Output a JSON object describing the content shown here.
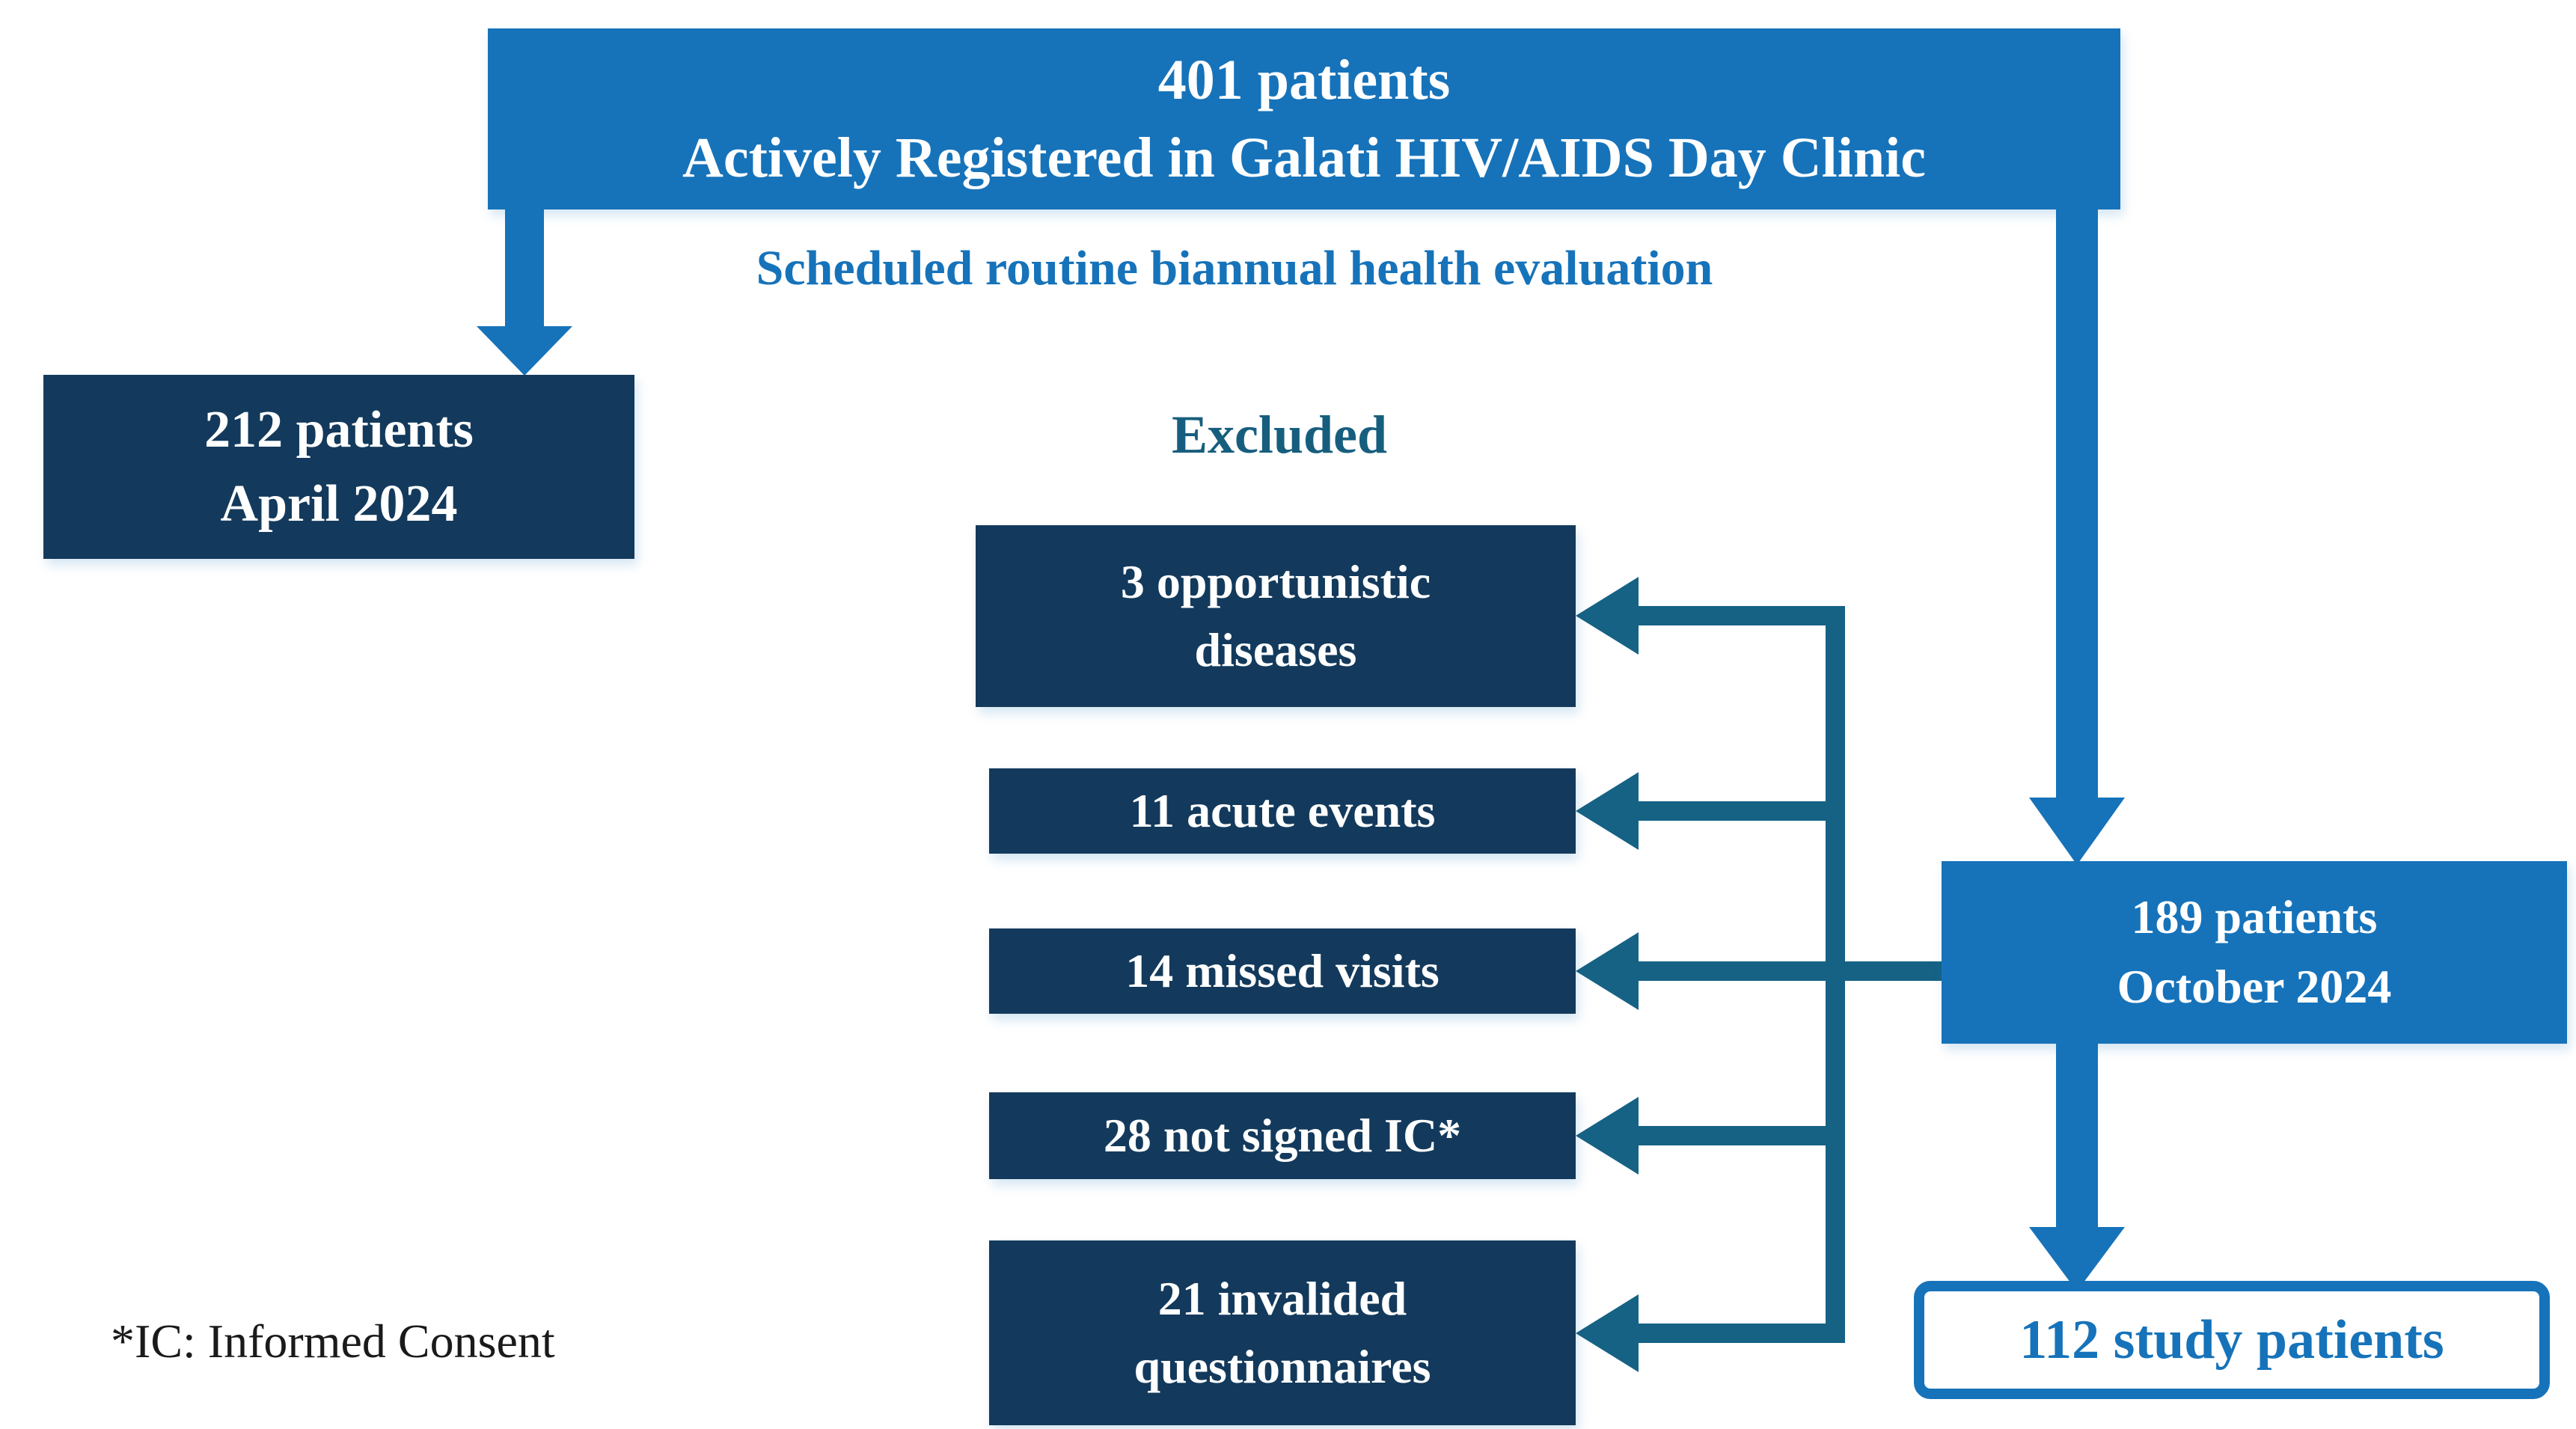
{
  "colors": {
    "accent_blue": "#1673BA",
    "dark_navy": "#133A5C",
    "teal_arrow": "#156285",
    "teal_heading": "#175E7E",
    "box_text_white": "#FFFFFF",
    "footnote_black": "#1A1A1A"
  },
  "top_box": {
    "line1": "401 patients",
    "line2": "Actively Registered in Galati HIV/AIDS Day Clinic"
  },
  "schedule_note": {
    "line1": "Scheduled routine biannual",
    "line2": "health evaluation"
  },
  "april_box": {
    "line1": "212 patients",
    "line2": "April 2024"
  },
  "excluded": {
    "heading": "Excluded",
    "boxes": [
      {
        "line1": "3 opportunistic",
        "line2": "diseases"
      },
      {
        "line1": "11 acute events"
      },
      {
        "line1": "14 missed visits"
      },
      {
        "line1": "28 not signed IC*"
      },
      {
        "line1": "21 invalided",
        "line2": "questionnaires"
      }
    ]
  },
  "october_box": {
    "line1": "189 patients",
    "line2": "October 2024"
  },
  "study_box": {
    "label": "112 study patients"
  },
  "footnote": "*IC: Informed Consent"
}
